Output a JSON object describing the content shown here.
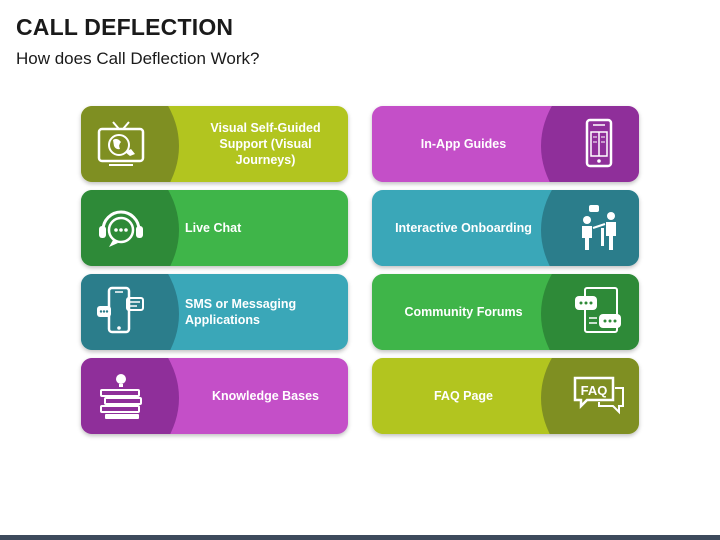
{
  "header": {
    "title": "CALL DEFLECTION",
    "subtitle": "How does Call Deflection Work?"
  },
  "cards_left": [
    {
      "label": "Visual Self-Guided Support (Visual Journeys)",
      "icon": "tv-screen-icon",
      "color": "#b2c51f",
      "band": "#7f8f22"
    },
    {
      "label": "Live Chat",
      "icon": "headset-chat-icon",
      "color": "#3fb549",
      "band": "#2e8a38"
    },
    {
      "label": "SMS or Messaging Applications",
      "icon": "mobile-messaging-icon",
      "color": "#3aa7b8",
      "band": "#2b7d8b"
    },
    {
      "label": "Knowledge Bases",
      "icon": "books-lightbulb-icon",
      "color": "#c44fc8",
      "band": "#8f2f9a"
    }
  ],
  "cards_right": [
    {
      "label": "In-App Guides",
      "icon": "tablet-guide-icon",
      "color": "#c44fc8",
      "band": "#8f2f9a"
    },
    {
      "label": "Interactive Onboarding",
      "icon": "people-conversation-icon",
      "color": "#3aa7b8",
      "band": "#2b7d8b"
    },
    {
      "label": "Community Forums",
      "icon": "forum-chat-icon",
      "color": "#3fb549",
      "band": "#2e8a38"
    },
    {
      "label": "FAQ Page",
      "icon": "faq-bubble-icon",
      "color": "#b2c51f",
      "band": "#7f8f22"
    }
  ]
}
